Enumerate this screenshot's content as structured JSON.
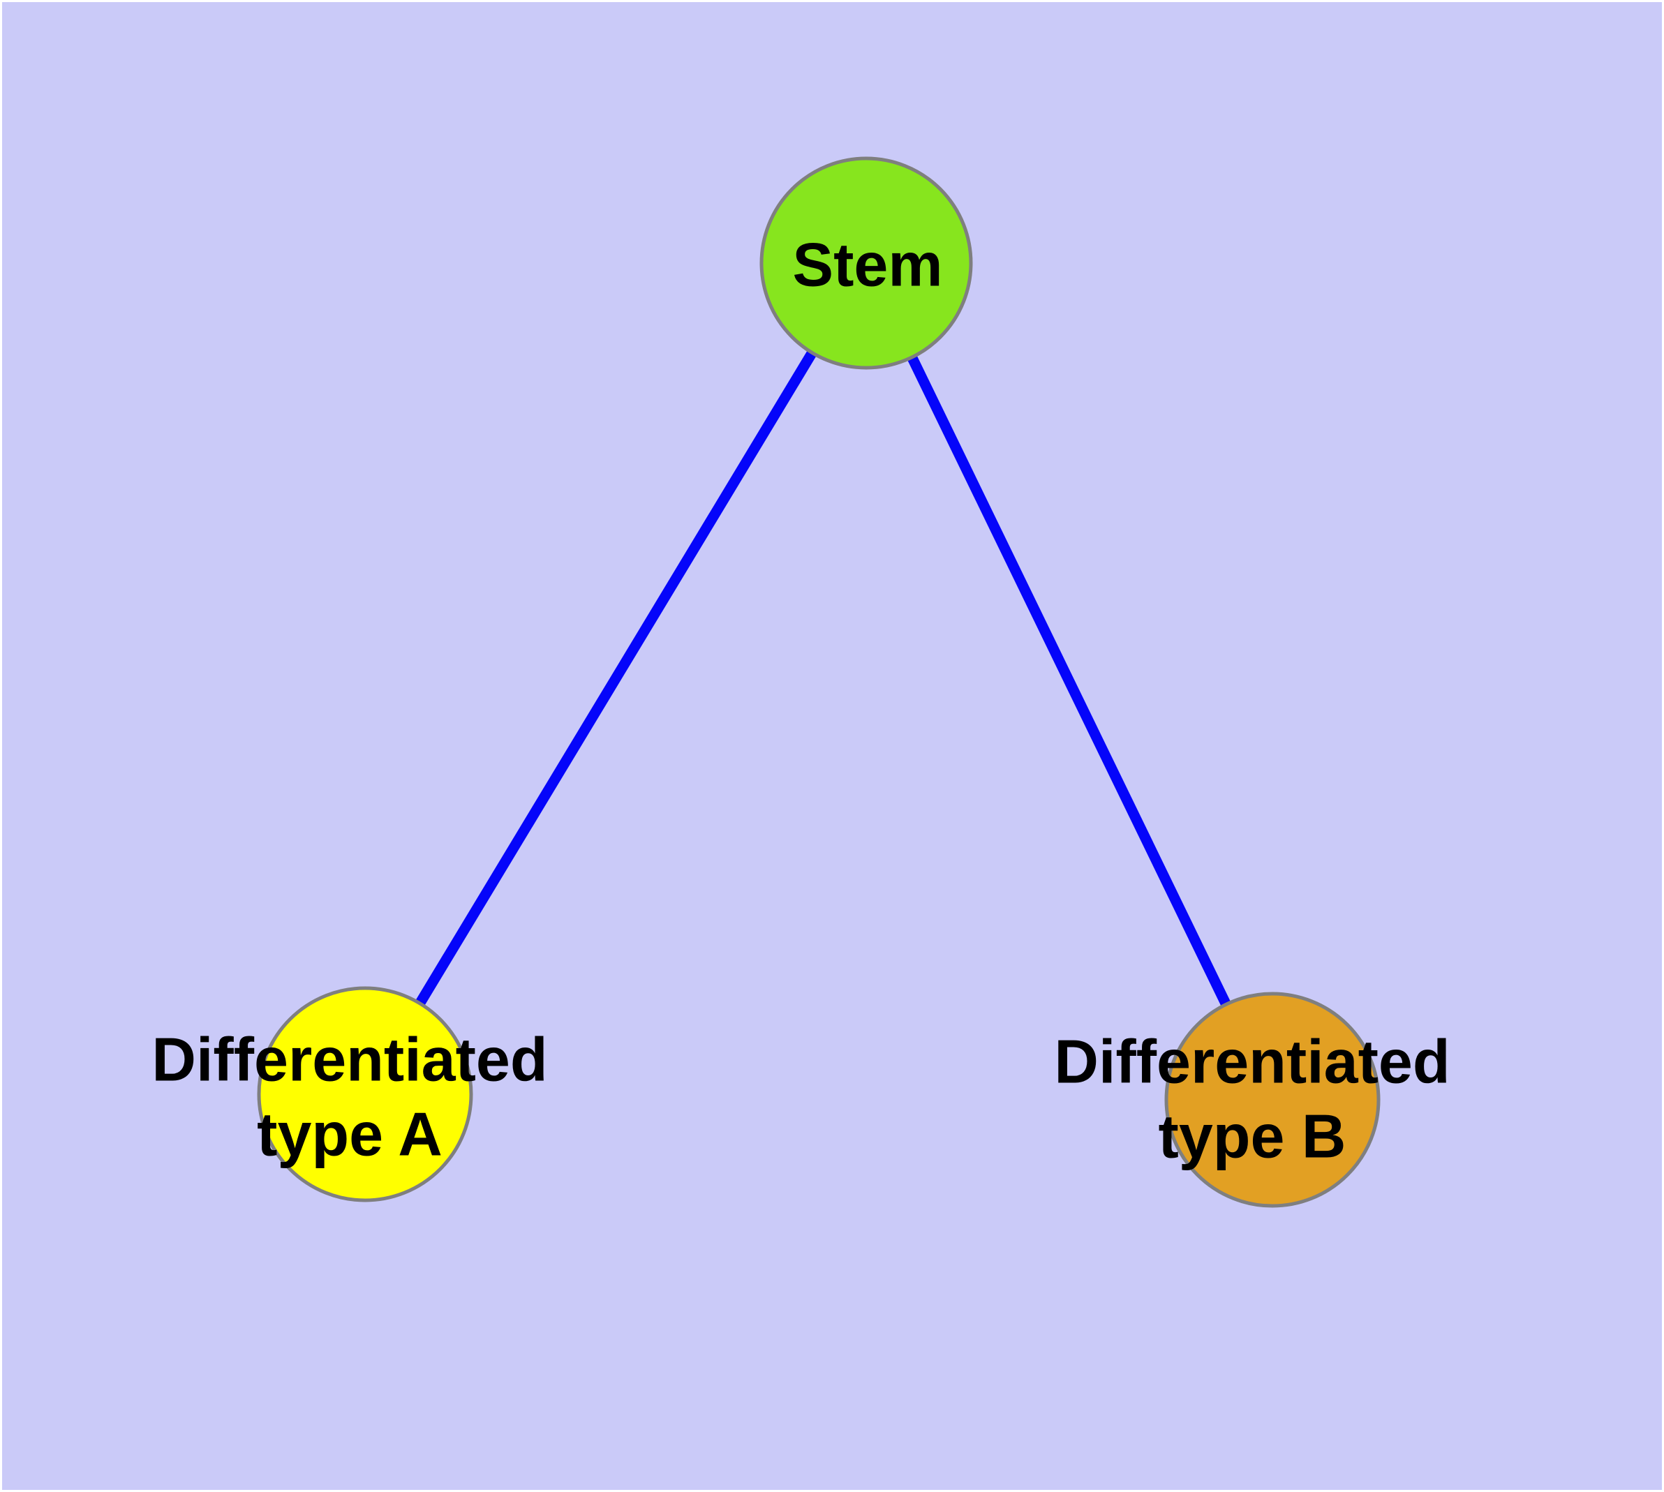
{
  "diagram": {
    "type": "node-link graph",
    "background_color": "#CACAF8",
    "frame_color": "#FFFFFF",
    "edge_color": "#0505FA",
    "node_border_color": "#7F7F7F",
    "nodes": {
      "stem": {
        "label": "Stem",
        "fill": "#87E51E"
      },
      "type_a": {
        "label": "Differentiated\ntype A",
        "fill": "#FFFF00"
      },
      "type_b": {
        "label": "Differentiated\ntype B",
        "fill": "#E2A023"
      }
    },
    "edges": [
      {
        "from": "Stem",
        "to": "Differentiated type A"
      },
      {
        "from": "Stem",
        "to": "Differentiated type B"
      }
    ]
  }
}
